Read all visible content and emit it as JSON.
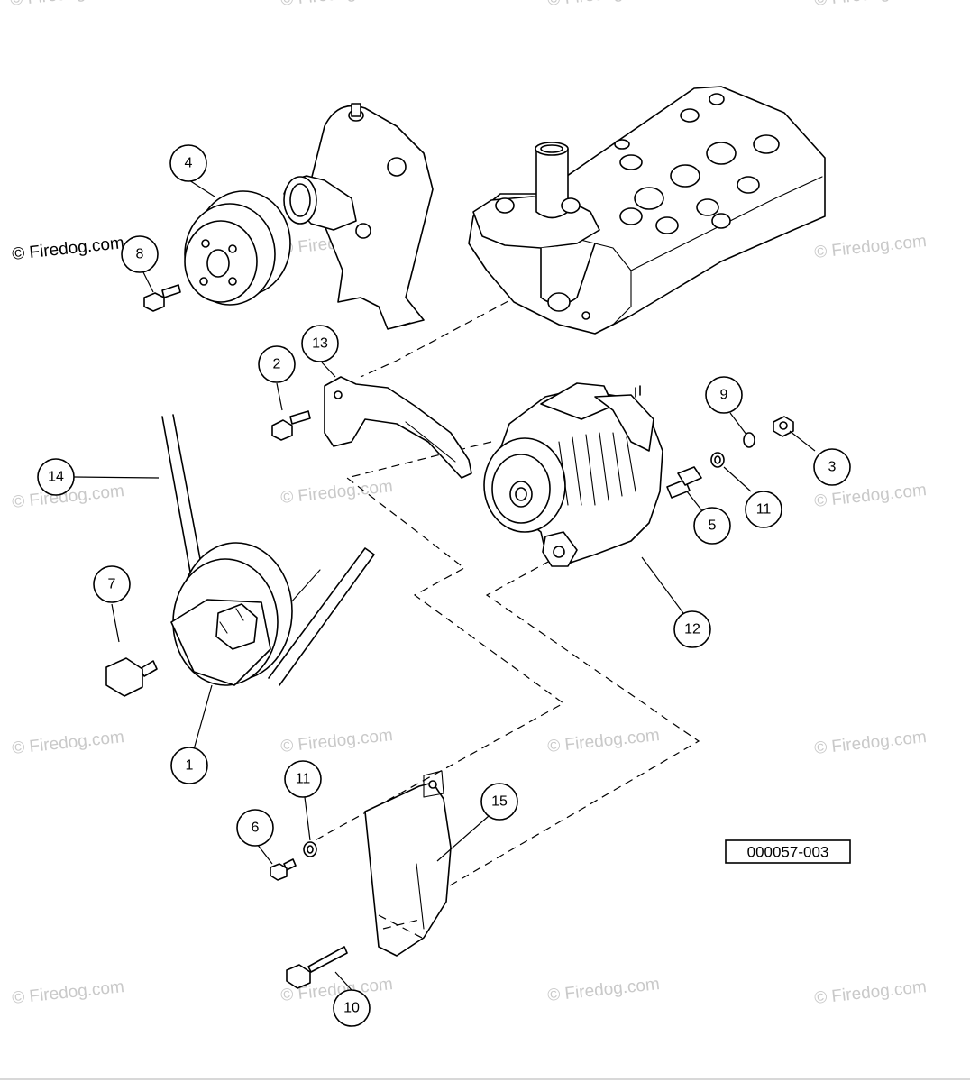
{
  "diagram": {
    "id_label": "000057-003",
    "watermark": "© Firedog.com"
  },
  "callouts": [
    {
      "number": "1"
    },
    {
      "number": "2"
    },
    {
      "number": "3"
    },
    {
      "number": "4"
    },
    {
      "number": "5"
    },
    {
      "number": "6"
    },
    {
      "number": "7"
    },
    {
      "number": "8"
    },
    {
      "number": "9"
    },
    {
      "number": "10"
    },
    {
      "number": "11"
    },
    {
      "number": "11"
    },
    {
      "number": "12"
    },
    {
      "number": "13"
    },
    {
      "number": "14"
    },
    {
      "number": "15"
    }
  ]
}
